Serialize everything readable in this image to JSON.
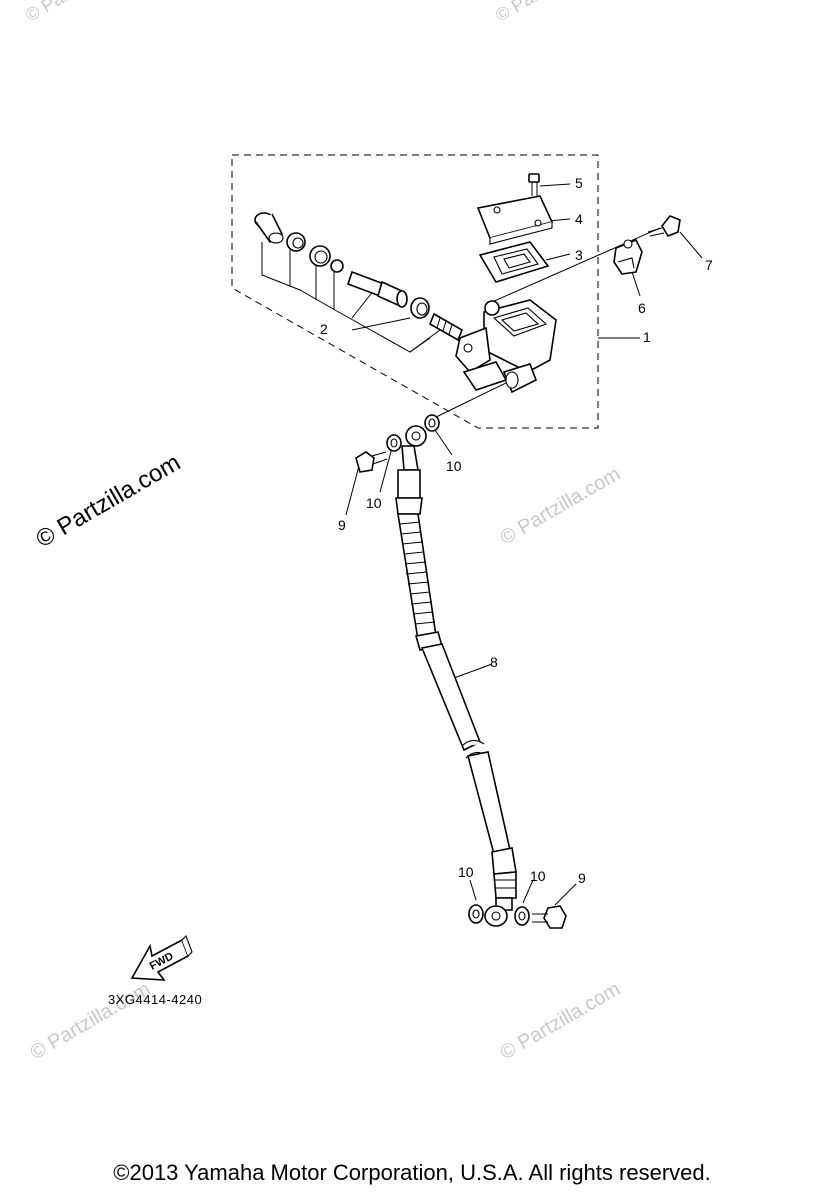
{
  "watermarks": {
    "main": "© Partzilla.com",
    "faint": "© Partzilla.com"
  },
  "callouts": {
    "c1": "1",
    "c2": "2",
    "c3": "3",
    "c4": "4",
    "c5": "5",
    "c6": "6",
    "c7": "7",
    "c8": "8",
    "c9_upper": "9",
    "c9_lower": "9",
    "c10_upper_right": "10",
    "c10_upper_left": "10",
    "c10_lower_left": "10",
    "c10_lower_right": "10"
  },
  "fwd_label": "FWD",
  "part_number": "3XG4414-4240",
  "copyright": "©2013  Yamaha Motor Corporation, U.S.A. All rights reserved."
}
